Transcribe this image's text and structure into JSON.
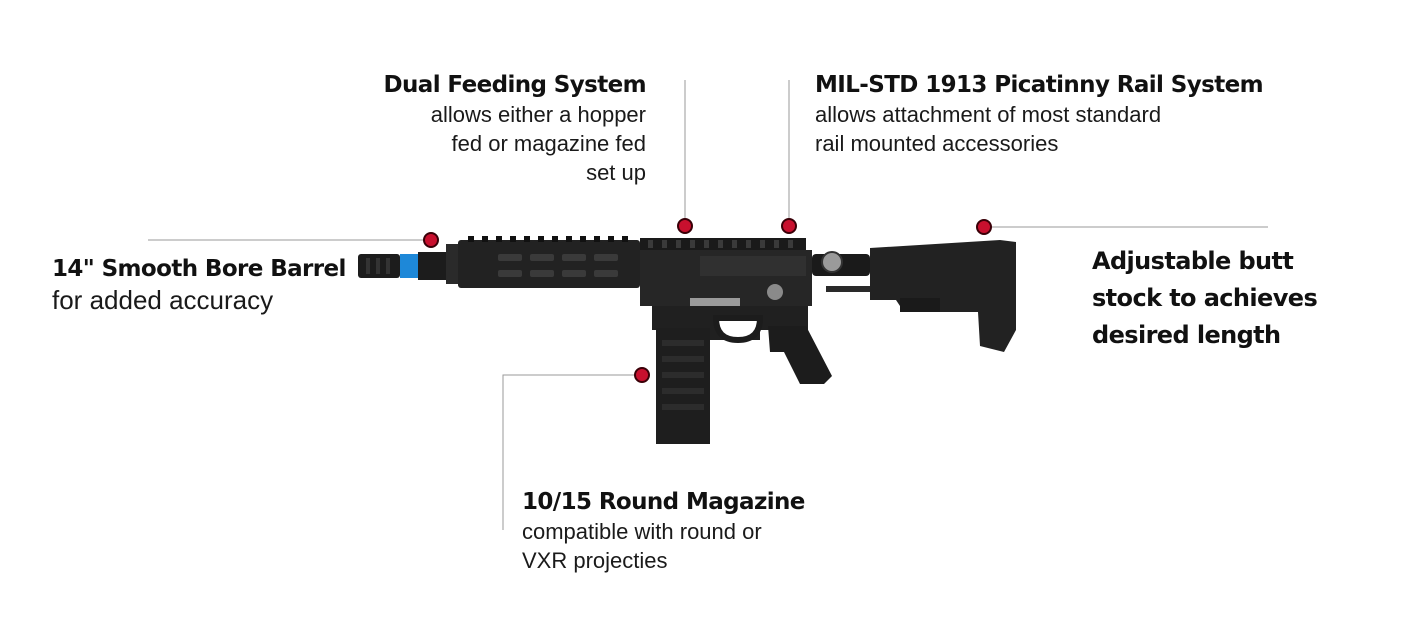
{
  "callouts": {
    "dual_feeding": {
      "title": "Dual Feeding System",
      "lines": [
        "allows either a hopper",
        "fed or magazine fed",
        "set up"
      ]
    },
    "picatinny": {
      "title": "MIL-STD 1913 Picatinny Rail System",
      "lines": [
        "allows attachment of most standard",
        "rail mounted accessories"
      ]
    },
    "barrel": {
      "title": "14\" Smooth Bore Barrel",
      "lines": [
        "for added accuracy"
      ]
    },
    "butt_stock": {
      "title_lines": [
        "Adjustable butt",
        "stock to achieves",
        "desired length"
      ]
    },
    "magazine": {
      "title": "10/15 Round Magazine",
      "lines": [
        "compatible with round or",
        "VXR projecties"
      ]
    }
  },
  "colors": {
    "marker": "#c8102e",
    "leader_line": "#9a9a9a",
    "body": "#1c1c1c",
    "barrel_ring": "#1e88d8"
  }
}
